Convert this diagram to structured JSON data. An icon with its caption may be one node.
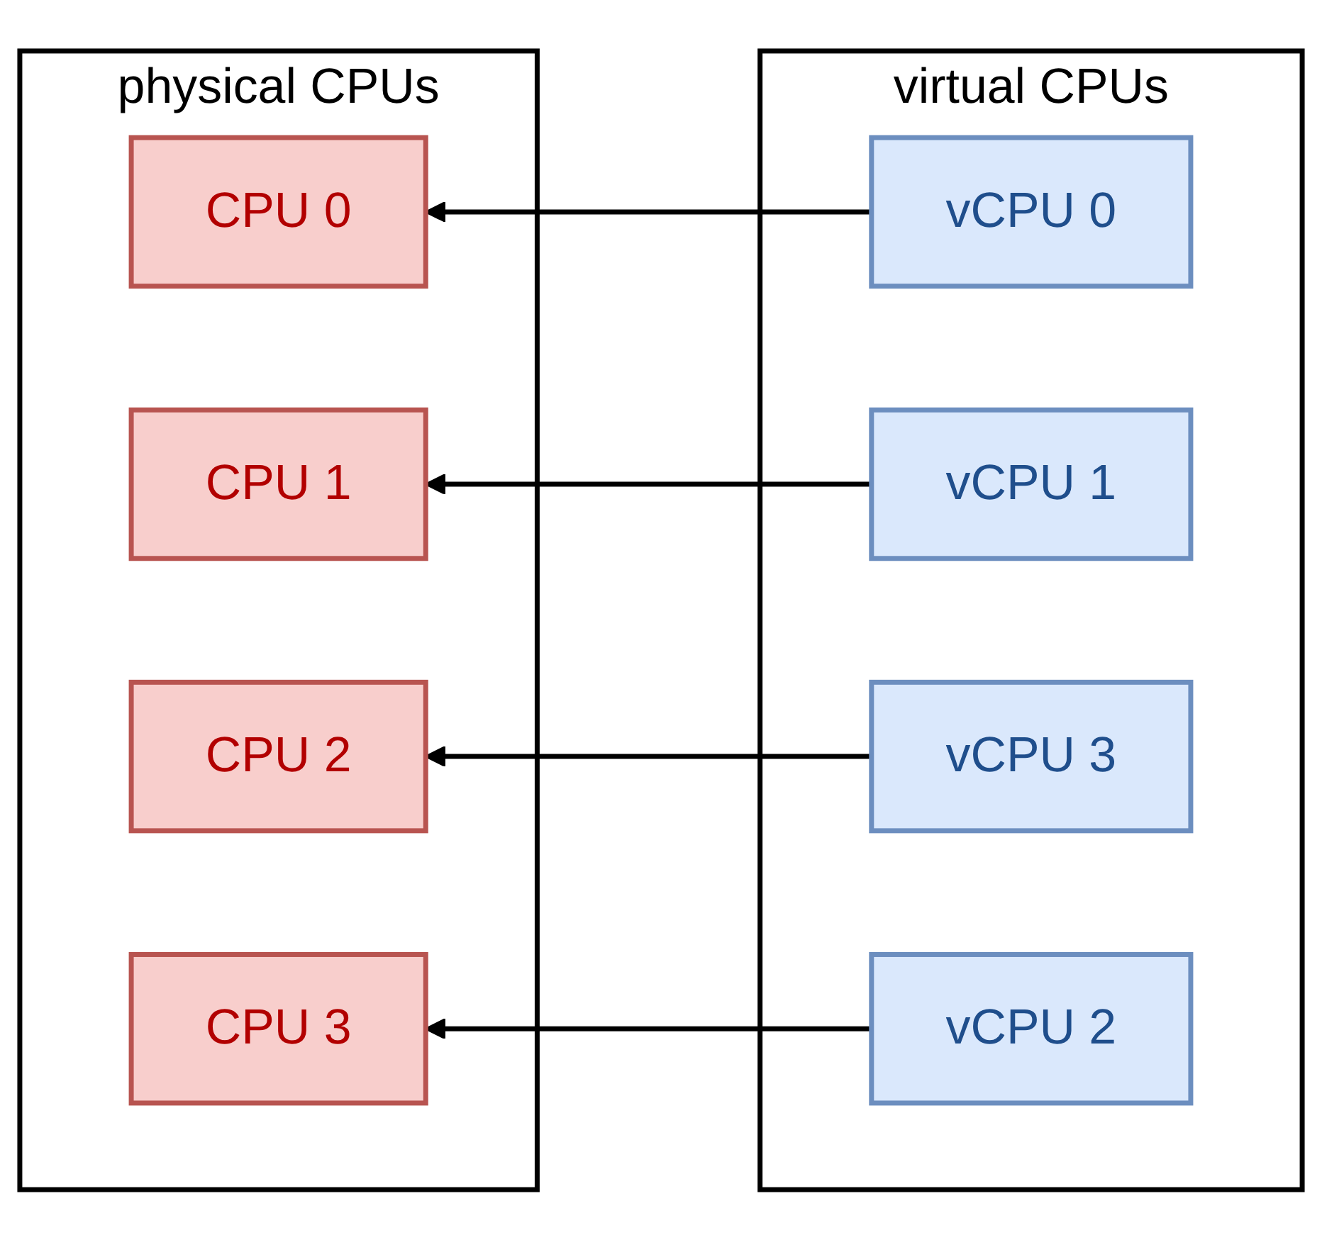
{
  "diagram": {
    "nodes": [
      {
        "text": [
          "physical CPUs"
        ]
      },
      {
        "text": [
          "CPU 0"
        ],
        "in": 0
      },
      {
        "text": [
          "CPU 1"
        ],
        "in": 0
      },
      {
        "text": [
          "CPU 2"
        ],
        "in": 0
      },
      {
        "text": [
          "CPU 3"
        ],
        "in": 0
      },
      {
        "text": [
          "virtual CPUs"
        ]
      },
      {
        "text": [
          "vCPU 0"
        ],
        "in": 5
      },
      {
        "text": [
          "vCPU 1"
        ],
        "in": 5
      },
      {
        "text": [
          "vCPU 2"
        ],
        "in": 5
      },
      {
        "text": [
          "vCPU 3"
        ],
        "in": 5
      }
    ],
    "edges": [
      {
        "from": 6,
        "to": 1,
        "arrow": "to"
      },
      {
        "from": 7,
        "to": 2,
        "arrow": "to"
      },
      {
        "from": 8,
        "to": 4,
        "arrow": "to"
      },
      {
        "from": 9,
        "to": 3,
        "arrow": "to"
      }
    ]
  }
}
